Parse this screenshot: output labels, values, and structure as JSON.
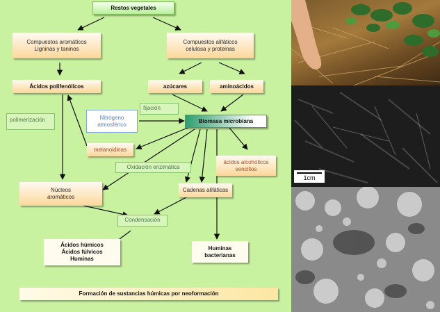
{
  "nodes": {
    "restos": "Restos vegetales",
    "arom_1": "Compuestos aromáticos",
    "arom_2": "Ligninas y taninos",
    "alif_1": "Compuestos alifáticos",
    "alif_2": "celulosa y proteinas",
    "acidos_polifenolicos": "Ácidos polifenólicos",
    "azucares": "azúcares",
    "aminoacidos": "aminoácidos",
    "nitrogeno_1": "Nitrógeno",
    "nitrogeno_2": "atmosférico",
    "biomasa": "Biomasa microbiana",
    "melanoidinas": "melanoidinas",
    "acidos_alcoholicos_1": "ácidos alcohólicos",
    "acidos_alcoholicos_2": "sencillos",
    "nucleos_1": "Núcleos",
    "nucleos_2": "aromáticos",
    "cadenas": "Cadenas alifáticas",
    "humicos_1": "Ácidos húmicos",
    "humicos_2": "Ácidos fúlvicos",
    "humicos_3": "Huminas",
    "huminas_1": "Huminas",
    "huminas_2": "bacterianas"
  },
  "labels": {
    "polimerizacion": "polimerización",
    "fijacion": "fijación",
    "oxidacion": "Oxidación enzimática",
    "condensacion": "Condensación"
  },
  "footer": "Formación de sustancias húmicas por neoformación",
  "scale_bar": "1cm",
  "colors": {
    "background": "#c9f2a0",
    "arrow": "#111111"
  }
}
